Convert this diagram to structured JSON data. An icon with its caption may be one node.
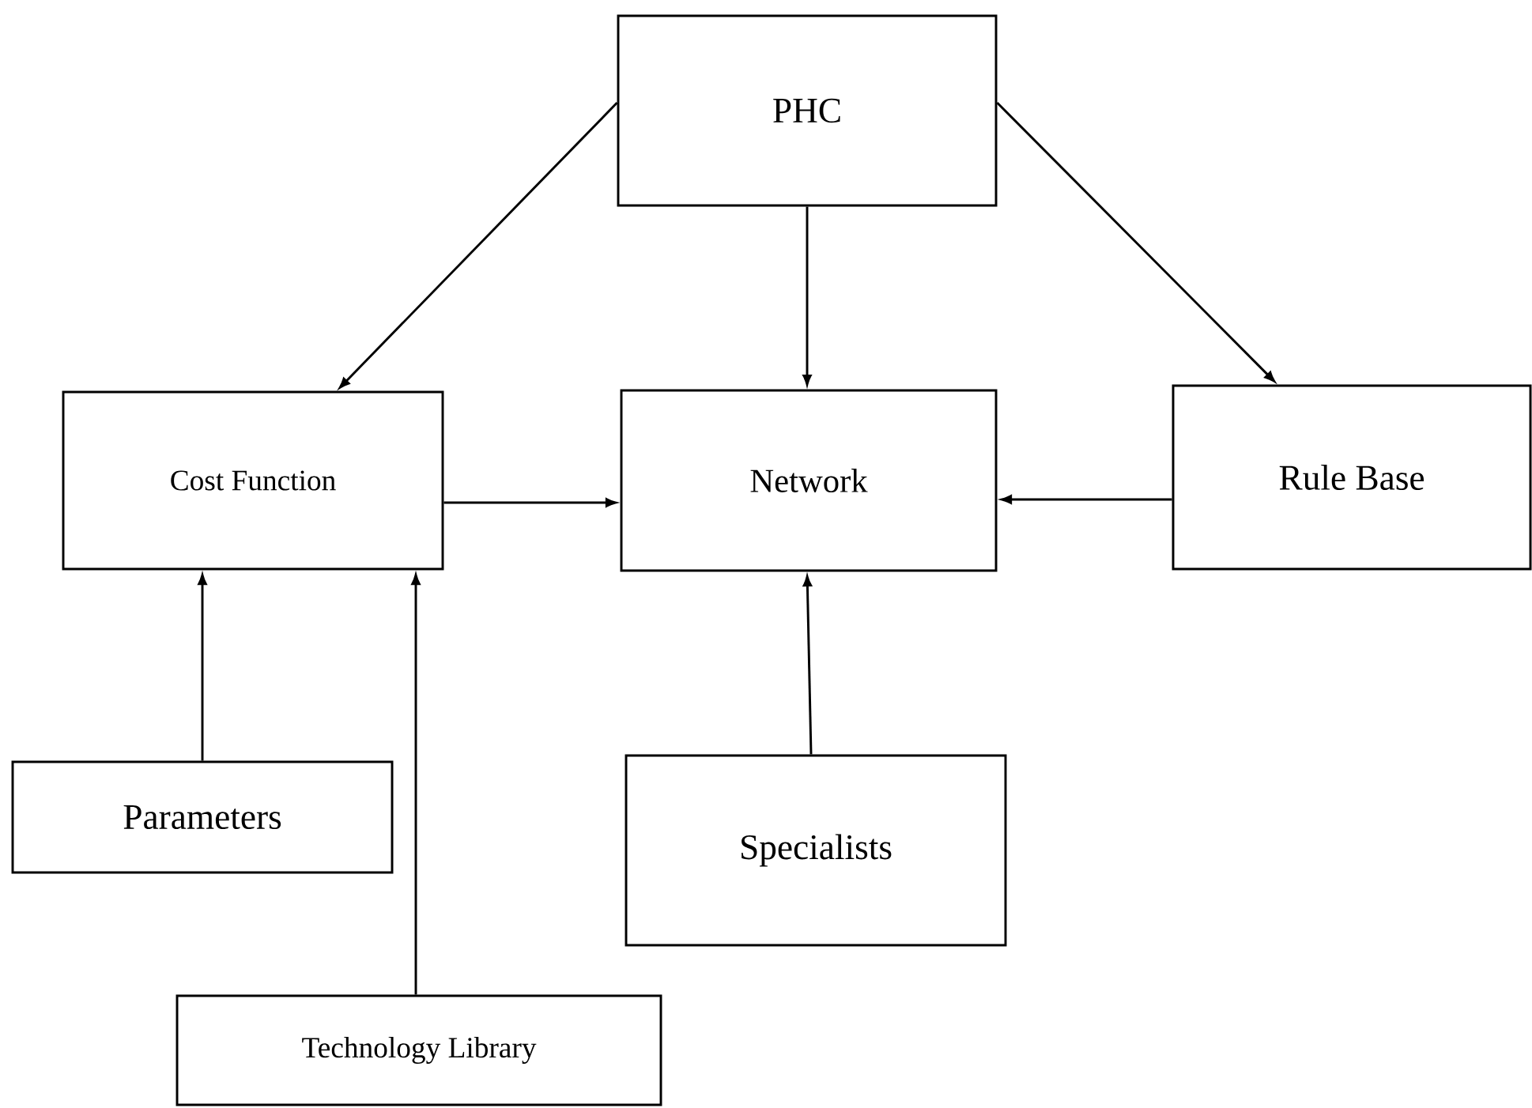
{
  "diagram": {
    "nodes": [
      {
        "text": [
          "PHC"
        ]
      },
      {
        "text": [
          "Cost Function"
        ]
      },
      {
        "text": [
          "Network"
        ]
      },
      {
        "text": [
          "Rule Base"
        ]
      },
      {
        "text": [
          "Parameters"
        ]
      },
      {
        "text": [
          "Specialists"
        ]
      },
      {
        "text": [
          "Technology Library"
        ]
      }
    ],
    "edges": [
      {
        "from": 0,
        "to": 1,
        "arrow": "to"
      },
      {
        "from": 0,
        "to": 2,
        "arrow": "to"
      },
      {
        "from": 0,
        "to": 3,
        "arrow": "to"
      },
      {
        "from": 1,
        "to": 2,
        "arrow": "to"
      },
      {
        "from": 3,
        "to": 2,
        "arrow": "to"
      },
      {
        "from": 4,
        "to": 1,
        "arrow": "to"
      },
      {
        "from": 6,
        "to": 1,
        "arrow": "to"
      },
      {
        "from": 5,
        "to": 2,
        "arrow": "to"
      }
    ]
  }
}
